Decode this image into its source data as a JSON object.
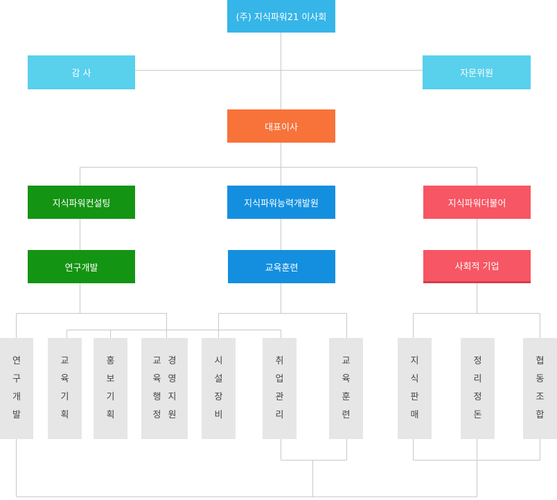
{
  "colors": {
    "board": "#36b5e8",
    "advisor": "#59d0ec",
    "ceo": "#f7733a",
    "consulting": "#149413",
    "center": "#148fdf",
    "social": "#f75664",
    "line": "#c8c8c8",
    "leaf": "#e6e6e6"
  },
  "board": "(주) 지식파워21 이사회",
  "audit": "감 사",
  "advisory": "자문위원",
  "ceo": "대표이사",
  "divisions": {
    "consulting": "지식파워컨설팅",
    "center": "지식파워능력개발원",
    "together": "지식파워더불어"
  },
  "departments": {
    "research": "연구개발",
    "training": "교육훈련",
    "social": "사회적 기업"
  },
  "leaves": {
    "research_dev": [
      [
        "연",
        "구",
        "개",
        "발"
      ]
    ],
    "edu_planning": [
      [
        "교",
        "육",
        "기",
        "획"
      ]
    ],
    "pr_planning": [
      [
        "홍",
        "보",
        "기",
        "획"
      ]
    ],
    "admin_support": [
      [
        "교",
        "육",
        "행",
        "정"
      ],
      [
        "경",
        "영",
        "지",
        "원"
      ]
    ],
    "facility": [
      [
        "시",
        "설",
        "장",
        "비"
      ]
    ],
    "employment": [
      [
        "취",
        "업",
        "관",
        "리"
      ]
    ],
    "edu_training": [
      [
        "교",
        "육",
        "훈",
        "련"
      ]
    ],
    "knowledge_sales": [
      [
        "지",
        "식",
        "판",
        "매"
      ]
    ],
    "cleanup": [
      [
        "정",
        "리",
        "정",
        "돈"
      ]
    ],
    "coop": [
      [
        "협",
        "동",
        "조",
        "합"
      ]
    ]
  }
}
